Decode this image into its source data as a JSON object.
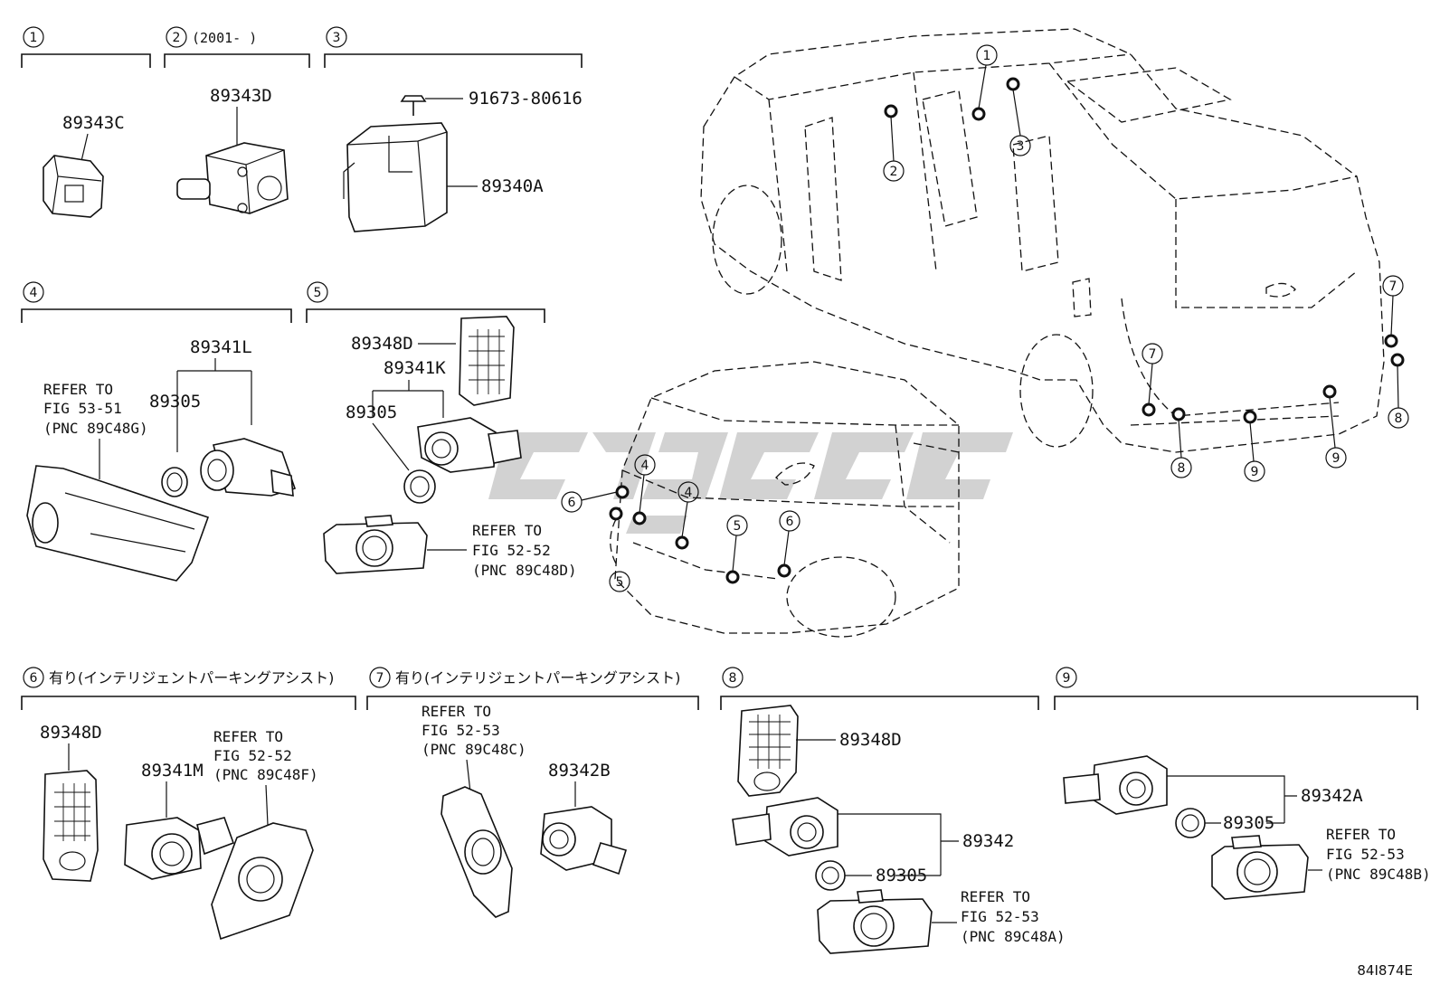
{
  "diagram_code": "84I874E",
  "sections": [
    {
      "id": "1",
      "parts": [
        "89343C"
      ]
    },
    {
      "id": "2",
      "note": "(2001-    )",
      "parts": [
        "89343D"
      ]
    },
    {
      "id": "3",
      "parts": [
        "91673-80616",
        "89340A"
      ]
    },
    {
      "id": "4",
      "parts": [
        "89341L",
        "89305"
      ],
      "refer": [
        "REFER TO",
        "FIG 53-51",
        "(PNC 89C48G)"
      ]
    },
    {
      "id": "5",
      "parts": [
        "89348D",
        "89341K",
        "89305"
      ],
      "refer": [
        "REFER TO",
        "FIG 52-52",
        "(PNC 89C48D)"
      ]
    },
    {
      "id": "6",
      "note": "有り(インテリジェントパーキングアシスト)",
      "parts": [
        "89348D",
        "89341M"
      ],
      "refer": [
        "REFER TO",
        "FIG 52-52",
        "(PNC 89C48F)"
      ]
    },
    {
      "id": "7",
      "note": "有り(インテリジェントパーキングアシスト)",
      "parts": [
        "89342B"
      ],
      "refer": [
        "REFER TO",
        "FIG 52-53",
        "(PNC 89C48C)"
      ]
    },
    {
      "id": "8",
      "parts": [
        "89348D",
        "89342",
        "89305"
      ],
      "refer": [
        "REFER TO",
        "FIG 52-53",
        "(PNC 89C48A)"
      ]
    },
    {
      "id": "9",
      "parts": [
        "89342A",
        "89305"
      ],
      "refer": [
        "REFER TO",
        "FIG 52-53",
        "(PNC 89C48B)"
      ]
    }
  ],
  "vehicle_callouts": [
    "1",
    "2",
    "3",
    "4",
    "4",
    "5",
    "5",
    "6",
    "6",
    "7",
    "7",
    "8",
    "8",
    "9",
    "9"
  ]
}
